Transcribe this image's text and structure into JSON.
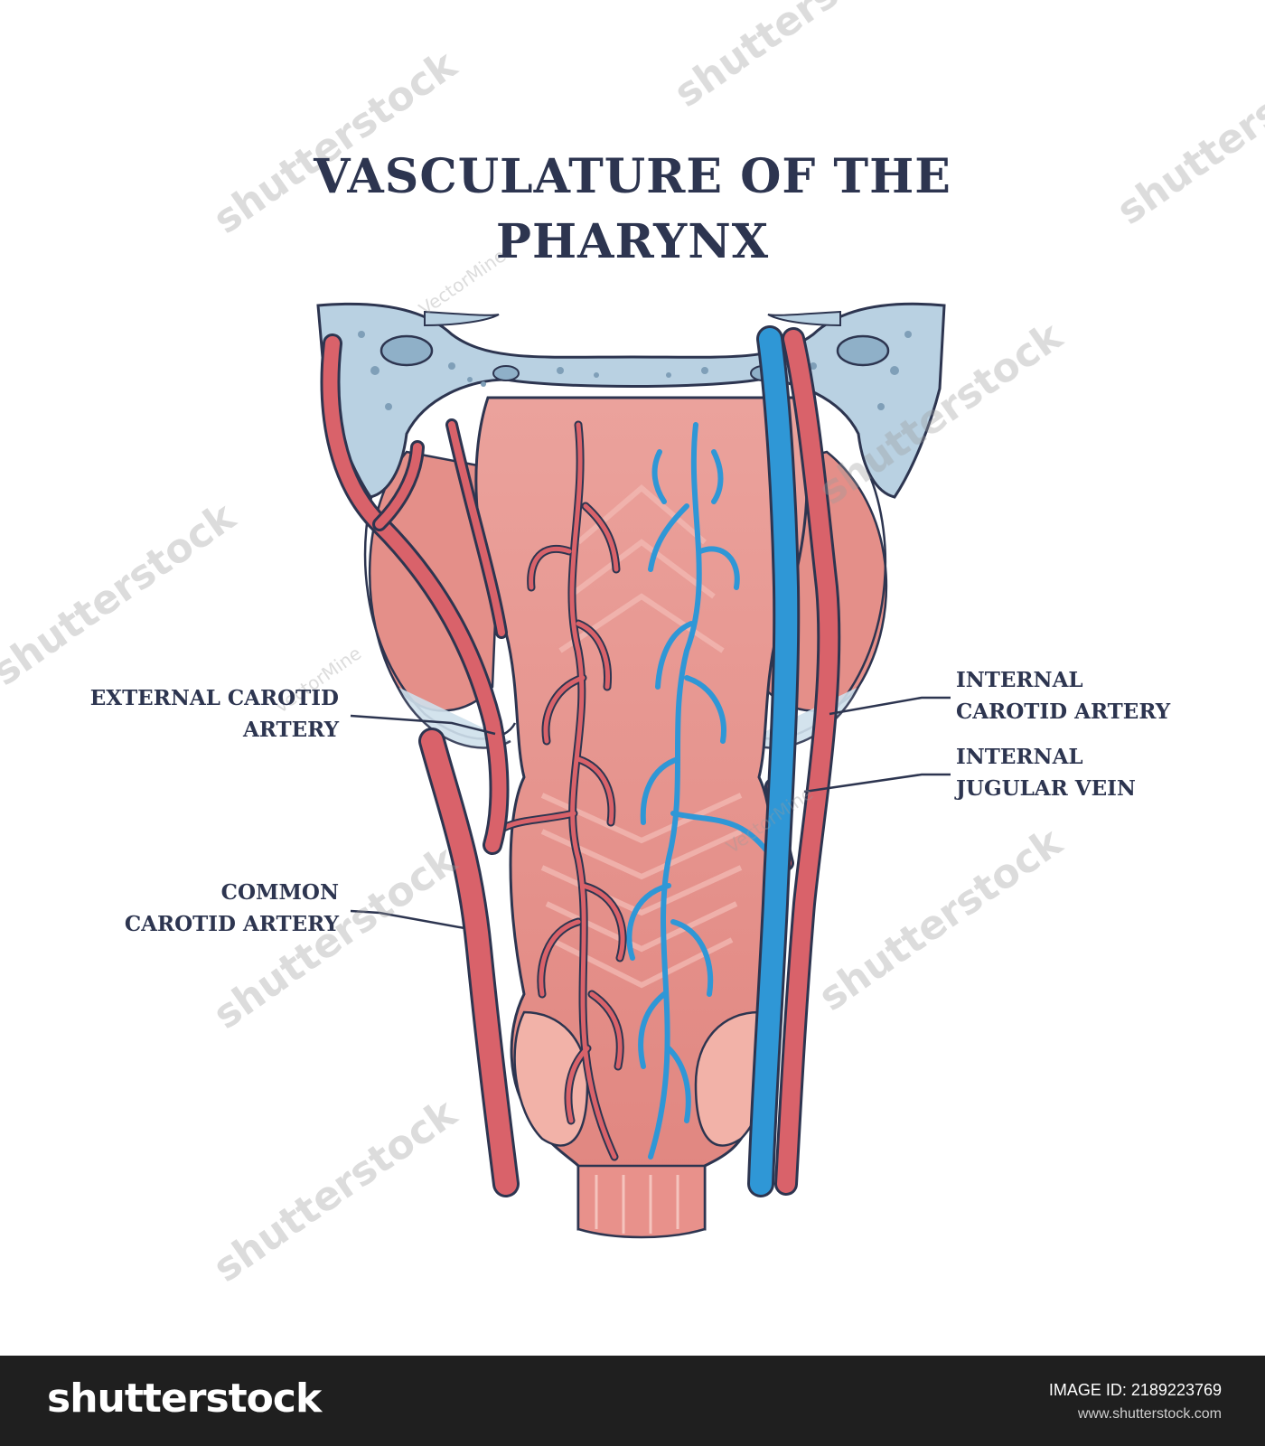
{
  "title": {
    "line1": "VASCULATURE OF THE",
    "line2": "PHARYNX"
  },
  "labels": {
    "external_carotid": {
      "line1": "EXTERNAL CAROTID",
      "line2": "ARTERY"
    },
    "common_carotid": {
      "line1": "COMMON",
      "line2": "CAROTID ARTERY"
    },
    "internal_carotid": {
      "line1": "INTERNAL",
      "line2": "CAROTID ARTERY"
    },
    "internal_jugular": {
      "line1": "INTERNAL",
      "line2": "JUGULAR VEIN"
    }
  },
  "watermark": {
    "author": "VectorMine"
  },
  "footer": {
    "brand": "shutterstock",
    "image_id": "IMAGE ID: 2189223769",
    "site": "www.shutterstock.com"
  },
  "colors": {
    "artery": "#d9626a",
    "vein": "#2f97d6",
    "muscle": "#e89a94",
    "bone": "#b9d1e2",
    "outline": "#2d3550"
  }
}
